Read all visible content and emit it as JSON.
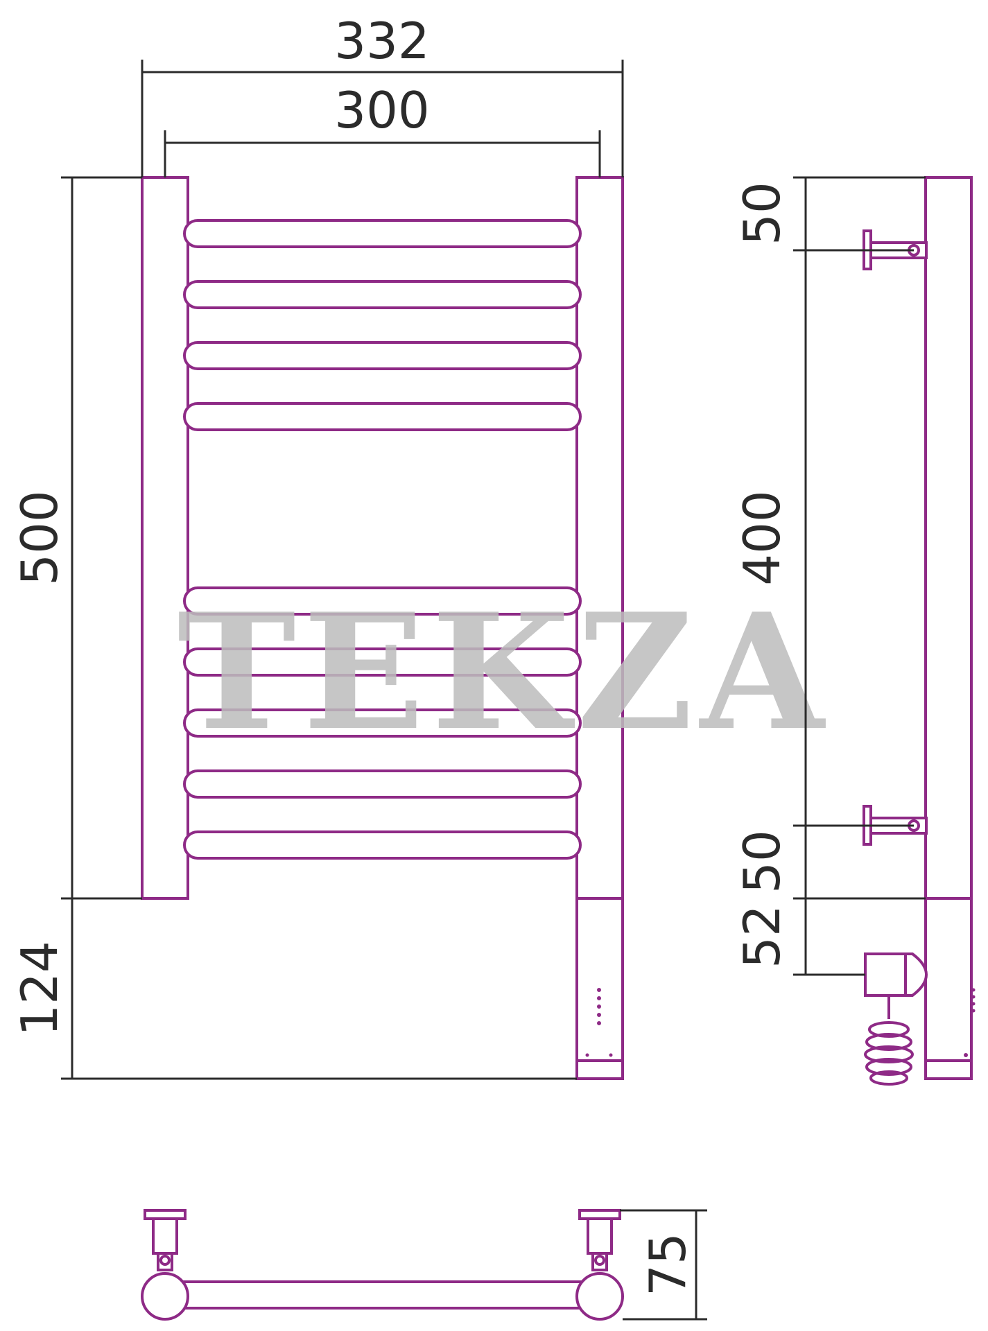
{
  "watermark": {
    "text": "TEKZA",
    "color": "#bdbdbd"
  },
  "colors": {
    "outline": "#8e2a86",
    "dimension": "#2b2b2b"
  },
  "dimensions": {
    "overall_width": "332",
    "axis_width": "300",
    "height": "500",
    "bottom_offset": "124",
    "top_offset": "50",
    "mount_spacing": "400",
    "lower_offset": "50",
    "element_offset": "52",
    "depth": "75"
  }
}
